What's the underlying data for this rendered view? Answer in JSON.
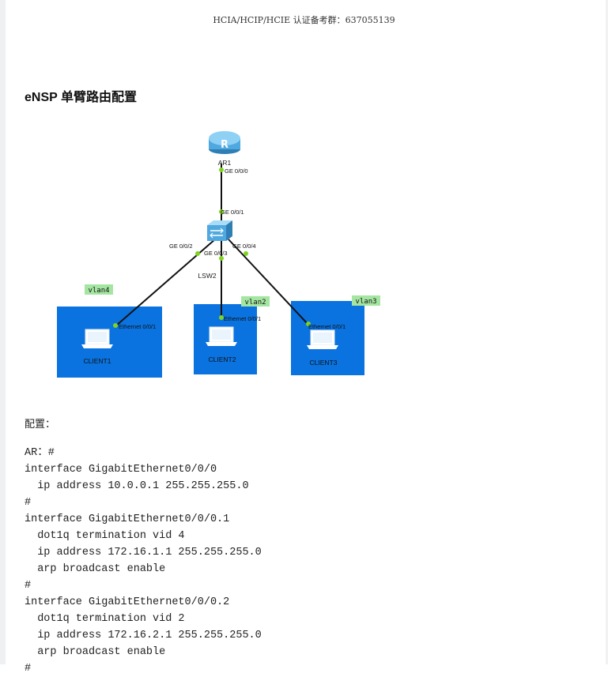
{
  "header": {
    "text": "HCIA/HCIP/HCIE 认证备考群：637055139"
  },
  "document": {
    "title": "eNSP 单臂路由配置"
  },
  "diagram": {
    "router": {
      "name": "AR1",
      "icon": "router-icon",
      "port": "GE 0/0/0"
    },
    "switch": {
      "name": "LSW2",
      "icon": "switch-icon",
      "ports": {
        "up": "GE 0/0/1",
        "left": "GE 0/0/2",
        "mid": "GE 0/0/3",
        "right": "GE 0/0/4"
      }
    },
    "clients": [
      {
        "name": "CLIENT1",
        "port": "Ethernet 0/0/1",
        "vlan": "vlan4",
        "icon": "laptop-icon"
      },
      {
        "name": "CLIENT2",
        "port": "Ethernet 0/0/1",
        "vlan": "vlan2",
        "icon": "laptop-icon"
      },
      {
        "name": "CLIENT3",
        "port": "Ethernet 0/0/1",
        "vlan": "vlan3",
        "icon": "laptop-icon"
      }
    ],
    "colors": {
      "vlan_area": "#0a73e0",
      "vlan_tag_bg": "#a4e6a1",
      "link": "#111111",
      "port_dot": "#7ed321",
      "router_blue": "#4fa8df"
    }
  },
  "config": {
    "label": "配置：",
    "lines": [
      "AR：#",
      "interface GigabitEthernet0/0/0",
      "  ip address 10.0.0.1 255.255.255.0",
      "#",
      "interface GigabitEthernet0/0/0.1",
      "  dot1q termination vid 4",
      "  ip address 172.16.1.1 255.255.255.0",
      "  arp broadcast enable",
      "#",
      "interface GigabitEthernet0/0/0.2",
      "  dot1q termination vid 2",
      "  ip address 172.16.2.1 255.255.255.0",
      "  arp broadcast enable",
      "#"
    ]
  }
}
